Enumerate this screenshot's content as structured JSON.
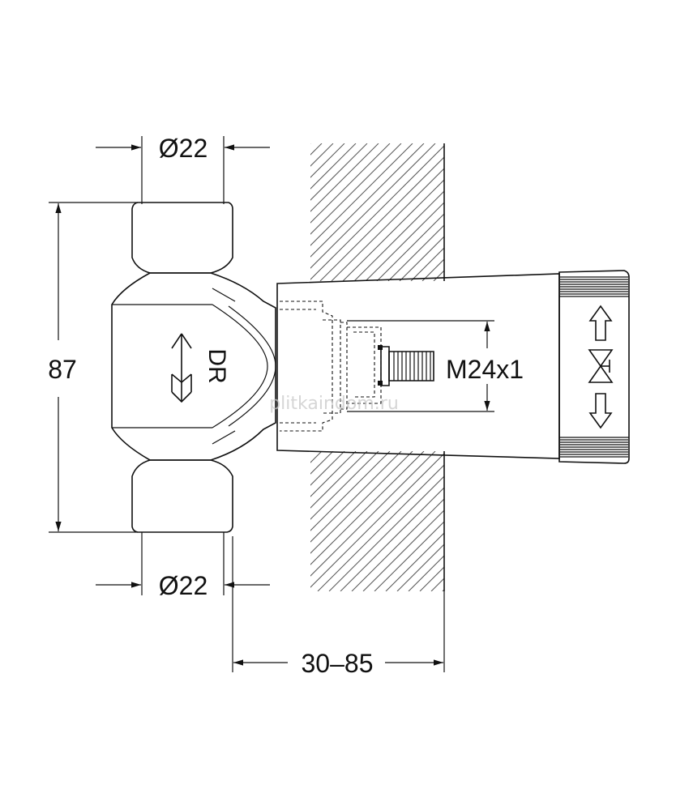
{
  "dimensions": {
    "top_diameter": "Ø22",
    "bottom_diameter": "Ø22",
    "height": "87",
    "wall_depth": "30–85",
    "thread": "M24x1"
  },
  "valve_body": {
    "marking": "DR"
  },
  "watermark": "plitkaindom.ru",
  "icons": {
    "flow_arrow": "flow-direction-arrow-icon",
    "flow_arrows_cap": "bidirectional-flow-arrows-icon",
    "valve_symbol": "shutoff-valve-symbol-icon"
  }
}
